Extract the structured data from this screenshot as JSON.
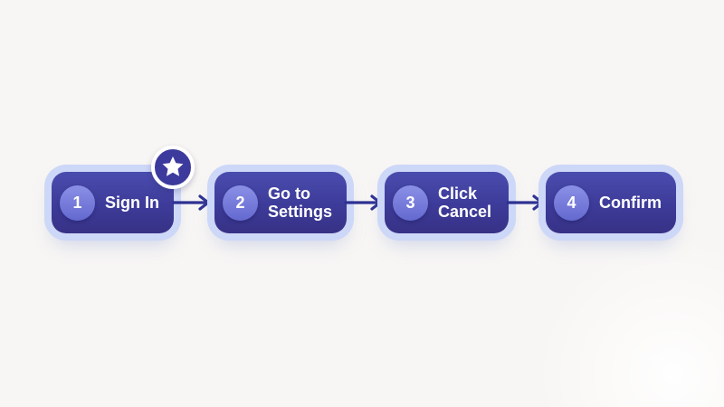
{
  "flow": {
    "steps": [
      {
        "number": "1",
        "label": "Sign In",
        "badge": "star"
      },
      {
        "number": "2",
        "label": "Go to Settings"
      },
      {
        "number": "3",
        "label": "Click Cancel"
      },
      {
        "number": "4",
        "label": "Confirm"
      }
    ],
    "connector": "arrow-right"
  },
  "colors": {
    "page_bg": "#f8f6f4",
    "halo": "#cdd7f7",
    "box_top": "#4a4cae",
    "box_bottom": "#373286",
    "circle_top": "#8b90e6",
    "circle_bottom": "#6469cf",
    "arrow": "#2e3192",
    "badge_bg": "#3c3a9c",
    "badge_ring": "#ffffff",
    "text": "#ffffff"
  }
}
